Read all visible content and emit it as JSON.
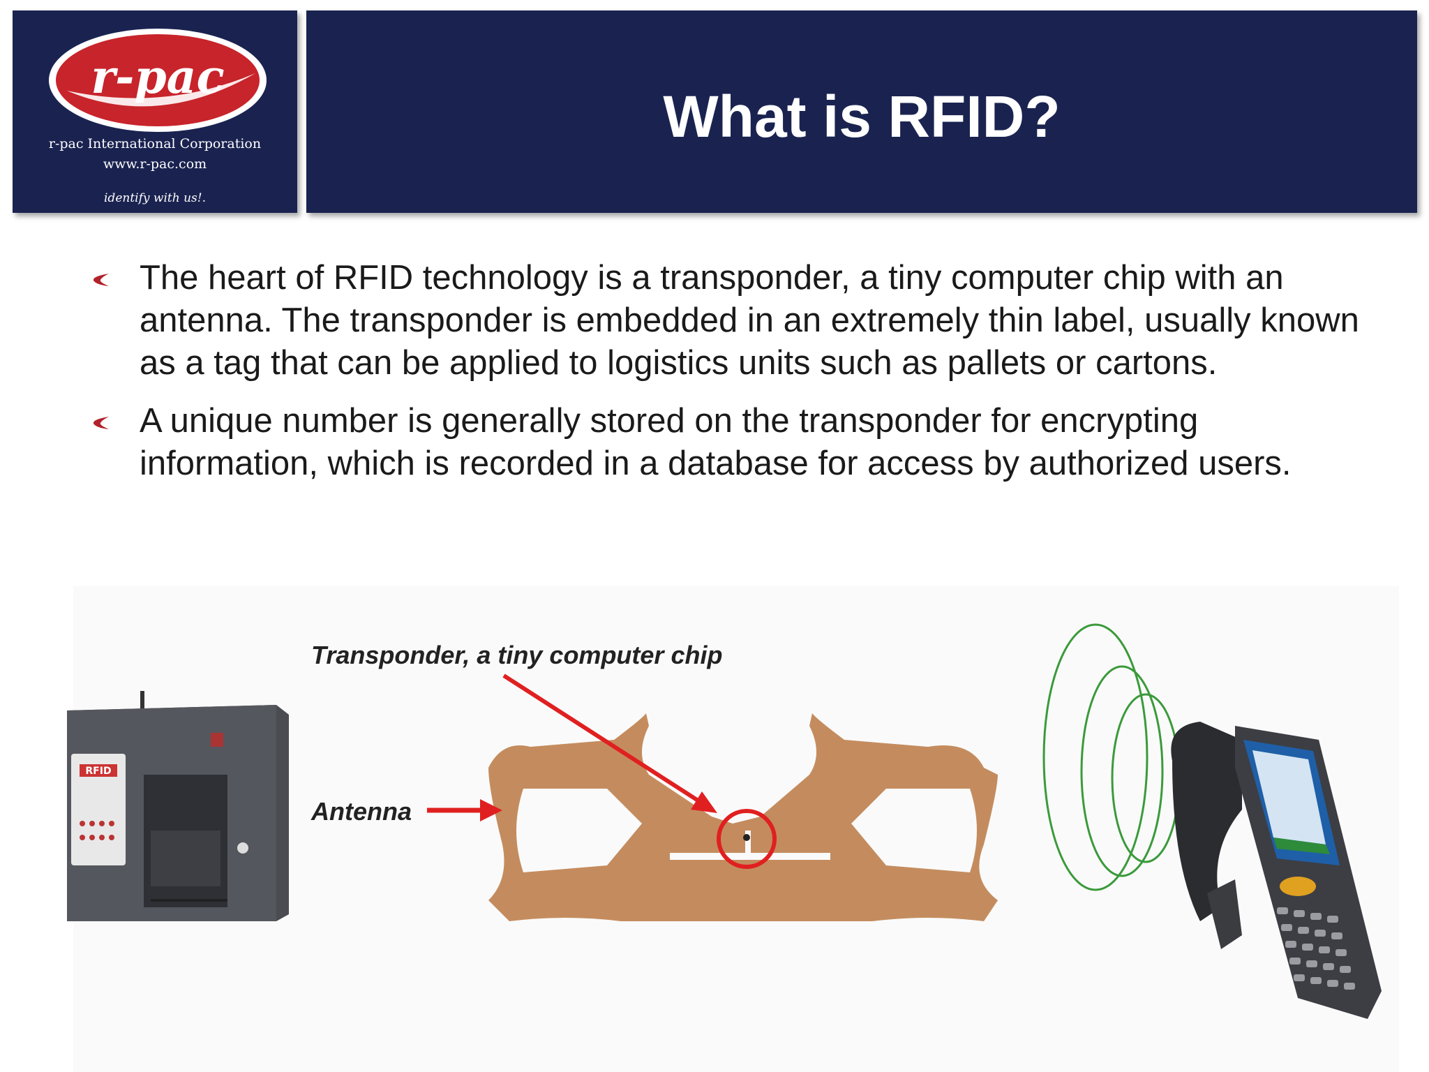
{
  "logo": {
    "brand": "r-pac",
    "company": "r-pac International Corporation",
    "url": "www.r-pac.com",
    "tagline": "identify with us!."
  },
  "slide": {
    "title": "What is RFID?",
    "bullets": [
      "The heart of RFID technology is a transponder, a tiny computer chip with an antenna. The transponder is embedded in an extremely thin label, usually known as a tag that can be applied to logistics units such as pallets or cartons.",
      "A unique number is generally stored on the transponder for encrypting information, which is recorded in a database for access by authorized users."
    ]
  },
  "diagram": {
    "transponder_label": "Transponder, a tiny computer chip",
    "antenna_label": "Antenna",
    "printer_badge": "RFID"
  },
  "colors": {
    "header_bg": "#1a2350",
    "logo_red": "#c8242b",
    "bullet_red": "#b2222a",
    "antenna_tan": "#c48c5e",
    "arrow_red": "#e02020",
    "wave_green": "#3a9a3a"
  }
}
